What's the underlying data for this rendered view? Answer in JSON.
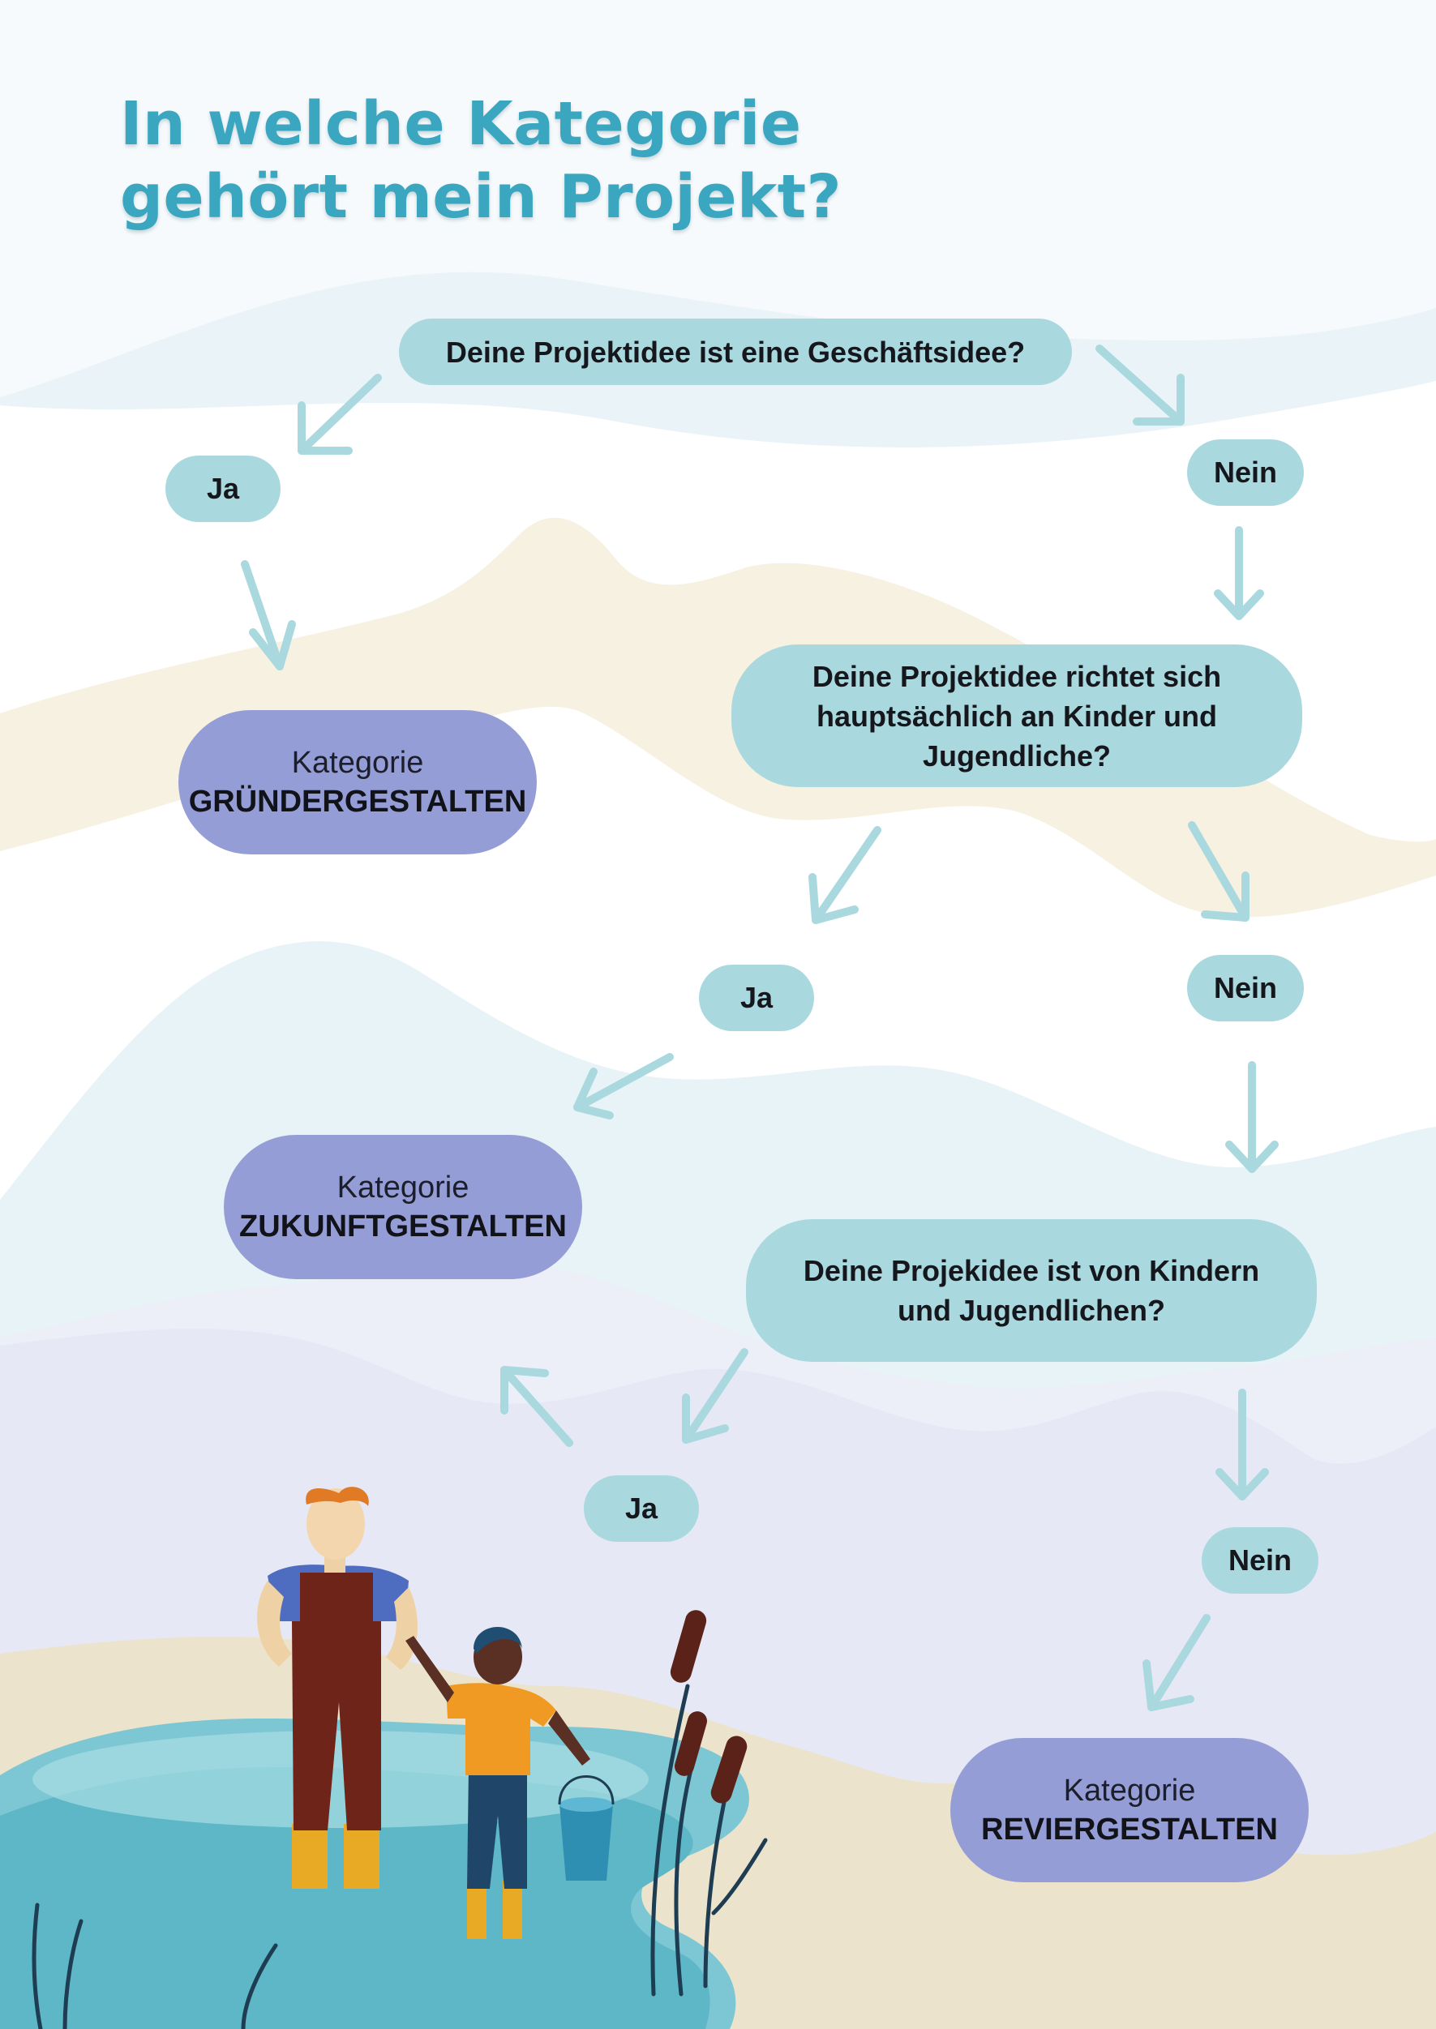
{
  "title": {
    "line1": "In welche Kategorie",
    "line2": "gehört mein Projekt?"
  },
  "questions": {
    "q1": "Deine Projektidee ist eine Geschäftsidee?",
    "q2": "Deine Projektidee richtet sich hauptsächlich an Kinder und Jugendliche?",
    "q3": "Deine Projekidee ist von Kindern und Jugendlichen?"
  },
  "answers": {
    "q1_yes": "Ja",
    "q1_no": "Nein",
    "q2_yes": "Ja",
    "q2_no": "Nein",
    "q3_yes": "Ja",
    "q3_no": "Nein"
  },
  "categories": {
    "gruender": {
      "prefix": "Kategorie",
      "name": "GRÜNDERGESTALTEN"
    },
    "zukunft": {
      "prefix": "Kategorie",
      "name": "ZUKUNFTGESTALTEN"
    },
    "revier": {
      "prefix": "Kategorie",
      "name": "REVIERGESTALTEN"
    }
  },
  "colors": {
    "title": "#3ba6bf",
    "question_fill": "#a9d9df",
    "category_fill": "#959dd6",
    "arrow": "#a9d9df"
  }
}
